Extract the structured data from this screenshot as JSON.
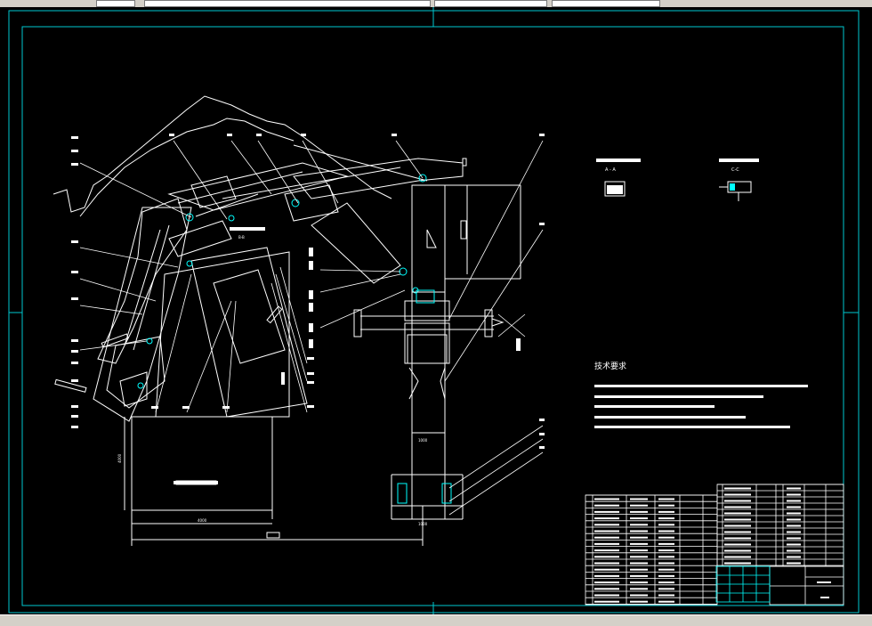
{
  "colors": {
    "background": "#000000",
    "linework": "#ffffff",
    "frame": "#00c8d0",
    "highlight": "#00ffff",
    "toolbar": "#d4d0c8"
  },
  "views": {
    "a_a": {
      "title": "A - A"
    },
    "c_c": {
      "title": "C-C"
    },
    "b_b": {
      "title": "B-B"
    }
  },
  "notes": {
    "heading": "技术要求"
  },
  "dimensions": {
    "left": "4000",
    "bottom": "4000",
    "right_bottom": "1000",
    "right_mid": "1000"
  }
}
